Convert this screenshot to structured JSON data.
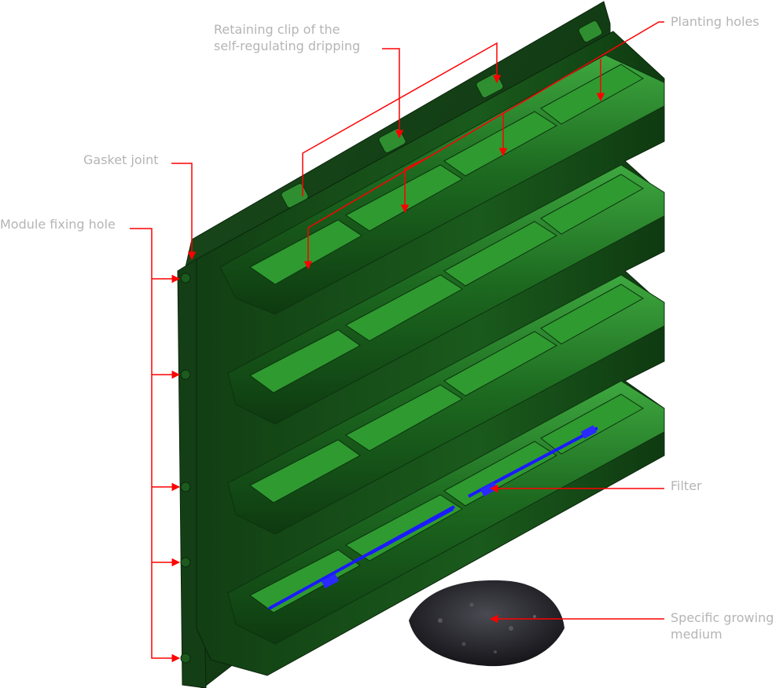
{
  "labels": {
    "retaining_clip": [
      "Retaining clip of the",
      "self-regulating dripping"
    ],
    "planting_holes": "Planting holes",
    "gasket_joint": "Gasket joint",
    "module_fixing_hole": "Module fixing hole",
    "filter": "Filter",
    "growing_medium": [
      "Specific growing",
      "medium"
    ]
  },
  "colors": {
    "label_text": "#b5b5b5",
    "leader_line": "#ff0000",
    "module_dark": "#0f3d12",
    "module_mid": "#1f6b22",
    "module_light": "#3fb040",
    "filter": "#1a1aff",
    "medium": "#2a2a2e"
  }
}
